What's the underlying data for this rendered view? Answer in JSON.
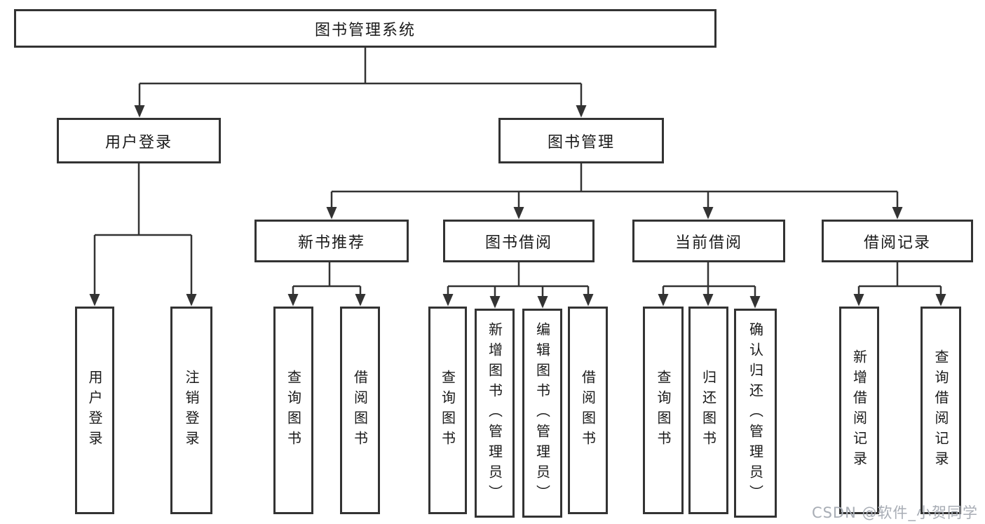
{
  "tree": {
    "root": {
      "label": "图书管理系统"
    },
    "children": [
      {
        "label": "用户登录",
        "children": [
          {
            "label": "用户登录"
          },
          {
            "label": "注销登录"
          }
        ]
      },
      {
        "label": "图书管理",
        "children": [
          {
            "label": "新书推荐",
            "children": [
              {
                "label": "查询图书"
              },
              {
                "label": "借阅图书"
              }
            ]
          },
          {
            "label": "图书借阅",
            "children": [
              {
                "label": "查询图书"
              },
              {
                "label": "新增图书（管理员）"
              },
              {
                "label": "编辑图书（管理员）"
              },
              {
                "label": "借阅图书"
              }
            ]
          },
          {
            "label": "当前借阅",
            "children": [
              {
                "label": "查询图书"
              },
              {
                "label": "归还图书"
              },
              {
                "label": "确认归还（管理员）"
              }
            ]
          },
          {
            "label": "借阅记录",
            "children": [
              {
                "label": "新增借阅记录"
              },
              {
                "label": "查询借阅记录"
              }
            ]
          }
        ]
      }
    ]
  },
  "watermark": {
    "text": "CSDN @软件_小贺同学"
  },
  "colors": {
    "line": "#333333",
    "text": "#1a1a1a",
    "watermark": "#a8adb5"
  }
}
